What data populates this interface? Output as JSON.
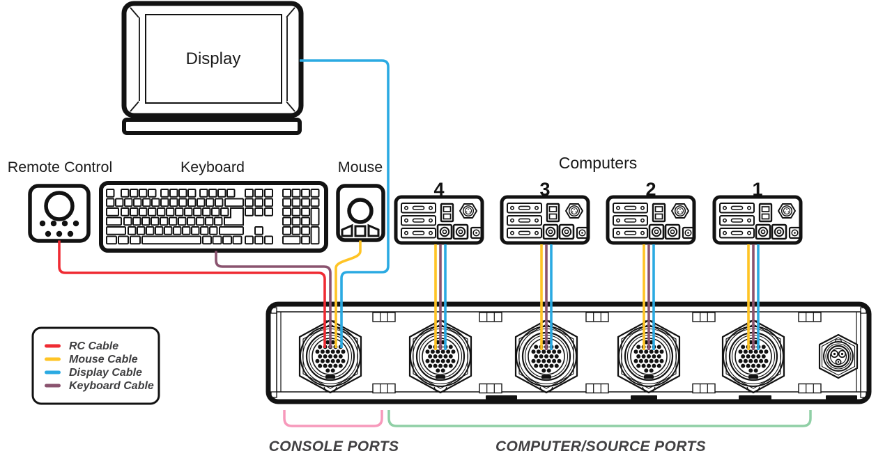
{
  "diagram": {
    "devices": {
      "display": {
        "label": "Display"
      },
      "remote_control": {
        "label": "Remote Control"
      },
      "keyboard": {
        "label": "Keyboard"
      },
      "mouse": {
        "label": "Mouse"
      }
    },
    "computers": {
      "title": "Computers",
      "units": [
        {
          "number": "4"
        },
        {
          "number": "3"
        },
        {
          "number": "2"
        },
        {
          "number": "1"
        }
      ]
    },
    "cables": {
      "rc": {
        "label": "RC Cable",
        "color": "#EF2B33"
      },
      "mouse": {
        "label": "Mouse Cable",
        "color": "#FFC425"
      },
      "display": {
        "label": "Display Cable",
        "color": "#2BAAE2"
      },
      "keyboard": {
        "label": "Keyboard Cable",
        "color": "#8A536F"
      }
    },
    "port_groups": {
      "console": {
        "label": "CONSOLE PORTS",
        "bracket_color": "#F799BB"
      },
      "computer": {
        "label": "COMPUTER/SOURCE PORTS",
        "bracket_color": "#8FCFA5"
      }
    }
  }
}
